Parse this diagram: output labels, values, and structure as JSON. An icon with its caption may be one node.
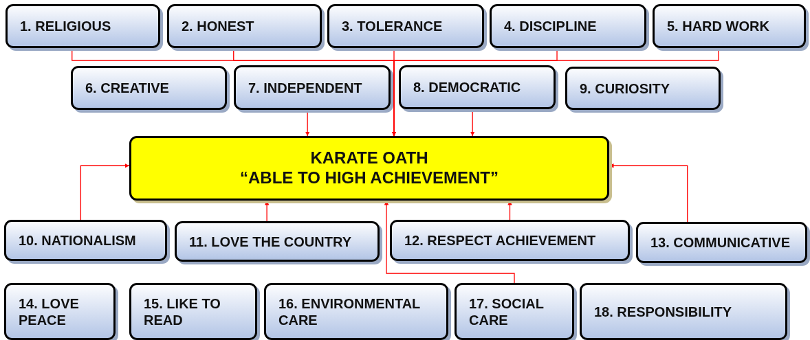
{
  "diagram": {
    "nodes": [
      {
        "text": [
          "1. RELIGIOUS"
        ]
      },
      {
        "text": [
          "2. HONEST"
        ]
      },
      {
        "text": [
          "3. TOLERANCE"
        ]
      },
      {
        "text": [
          "4. DISCIPLINE"
        ]
      },
      {
        "text": [
          "5. HARD WORK"
        ]
      },
      {
        "text": [
          "6. CREATIVE"
        ]
      },
      {
        "text": [
          "7. INDEPENDENT"
        ]
      },
      {
        "text": [
          "8. DEMOCRATIC"
        ]
      },
      {
        "text": [
          "9. CURIOSITY"
        ]
      },
      {
        "text": [
          "KARATE OATH",
          "“ABLE TO HIGH ACHIEVEMENT”"
        ]
      },
      {
        "text": [
          "10. NATIONALISM"
        ]
      },
      {
        "text": [
          "11. LOVE THE COUNTRY"
        ]
      },
      {
        "text": [
          "12. RESPECT ACHIEVEMENT"
        ]
      },
      {
        "text": [
          "13. COMMUNICATIVE"
        ]
      },
      {
        "text": [
          "14. LOVE PEACE"
        ]
      },
      {
        "text": [
          "15. LIKE TO READ"
        ]
      },
      {
        "text": [
          "16. ENVIRONMENTAL CARE"
        ]
      },
      {
        "text": [
          "17. SOCIAL CARE"
        ]
      },
      {
        "text": [
          "18. RESPONSIBILITY"
        ]
      }
    ],
    "edges": [
      {
        "from": 0,
        "to": 9,
        "arrow": "to"
      },
      {
        "from": 1,
        "to": 9,
        "arrow": "to"
      },
      {
        "from": 2,
        "to": 9,
        "arrow": "to"
      },
      {
        "from": 3,
        "to": 9,
        "arrow": "to"
      },
      {
        "from": 4,
        "to": 9,
        "arrow": "to"
      },
      {
        "from": 6,
        "to": 9,
        "arrow": "to"
      },
      {
        "from": 7,
        "to": 9,
        "arrow": "to"
      },
      {
        "from": 10,
        "to": 9,
        "arrow": "to"
      },
      {
        "from": 11,
        "to": 9,
        "arrow": "to"
      },
      {
        "from": 12,
        "to": 9,
        "arrow": "to"
      },
      {
        "from": 13,
        "to": 9,
        "arrow": "to"
      },
      {
        "from": 17,
        "to": 9,
        "arrow": "to"
      }
    ]
  }
}
